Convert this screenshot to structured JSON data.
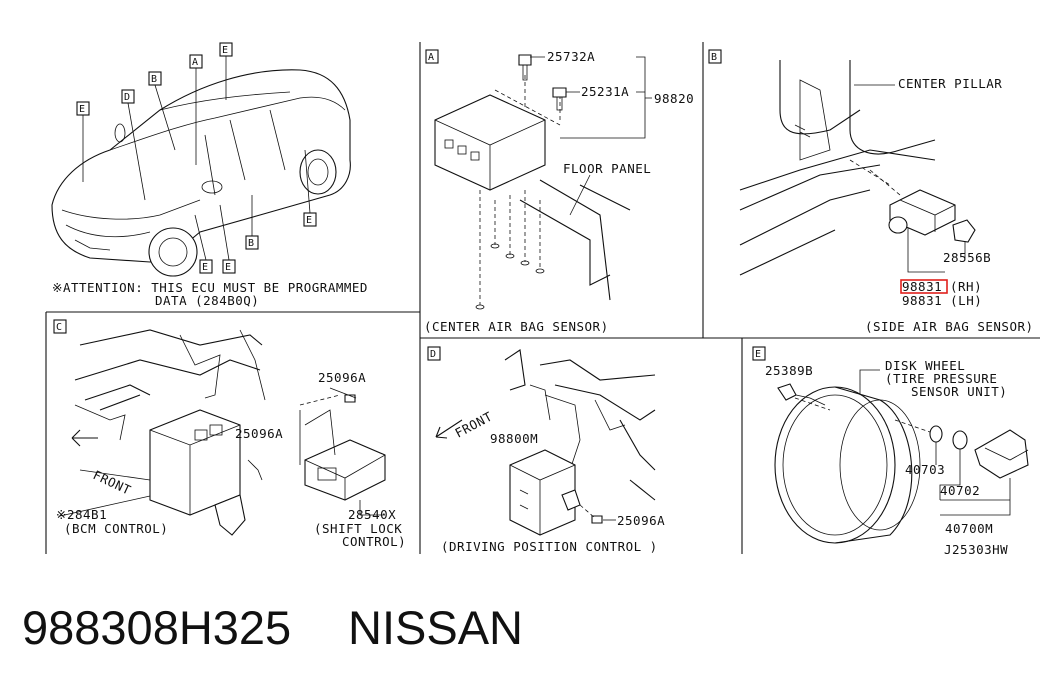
{
  "overview": {
    "attention": "※ATTENTION: THIS ECU MUST BE PROGRAMMED",
    "attention_line2": "DATA (284B0Q)",
    "callouts": [
      "A",
      "B",
      "D",
      "E",
      "E",
      "E",
      "E",
      "B"
    ]
  },
  "panel_a": {
    "tag": "A",
    "parts": [
      "25732A",
      "25231A",
      "98820"
    ],
    "floor_panel": "FLOOR PANEL",
    "caption": "(CENTER AIR BAG SENSOR)"
  },
  "panel_b": {
    "tag": "B",
    "center_pillar": "CENTER PILLAR",
    "part_bolt": "28556B",
    "part_rh": "98831",
    "part_rh_suffix": "(RH)",
    "part_lh": "98831 (LH)",
    "caption": "(SIDE AIR BAG SENSOR)"
  },
  "panel_c": {
    "tag": "C",
    "front": "FRONT",
    "parts": [
      "25096A",
      "25096A"
    ],
    "bcm_part": "※284B1",
    "bcm_caption": "(BCM CONTROL)",
    "shift_part": "28540X",
    "shift_caption1": "(SHIFT LOCK",
    "shift_caption2": "CONTROL)"
  },
  "panel_d": {
    "tag": "D",
    "front": "FRONT",
    "part_unit": "98800M",
    "part_screw": "25096A",
    "caption": "(DRIVING POSITION CONTROL )"
  },
  "panel_e": {
    "tag": "E",
    "part_valve": "25389B",
    "disk1": "DISK WHEEL",
    "disk2": "(TIRE PRESSURE",
    "disk3": "SENSOR UNIT)",
    "parts": [
      "40703",
      "40702",
      "40700M"
    ],
    "drawing_code": "J25303HW"
  },
  "footer": {
    "part_number": "988308H325",
    "brand": "NISSAN"
  }
}
